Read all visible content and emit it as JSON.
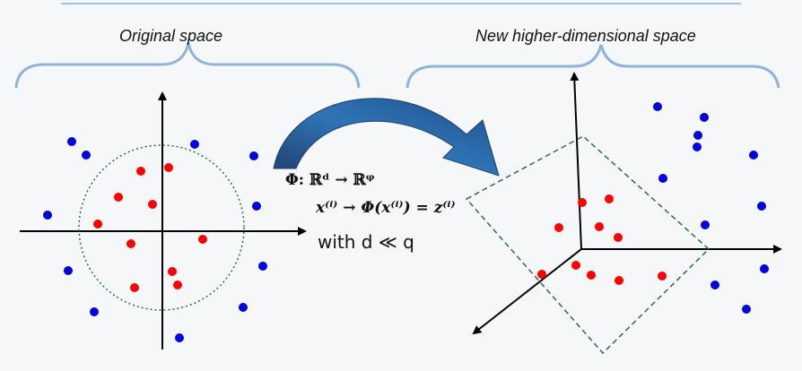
{
  "captions": {
    "left": "Original space",
    "right": "New higher-dimensional space"
  },
  "formulas": {
    "mapping": "Φ: ℝᵈ → ℝᵠ",
    "transform": "x⁽ⁱ⁾ → Φ(x⁽ⁱ⁾) = z⁽ⁱ⁾",
    "condition": "with d ≪ q"
  },
  "colors": {
    "background": "#f6f7f9",
    "top_rule": "#9dc3e6",
    "brace": "#8fb4d9",
    "arrow_light": "#2e75b6",
    "arrow_dark": "#1f3f6e",
    "dashed": "#2f6b4a",
    "red_point": "#ff0000",
    "blue_point": "#0000dd",
    "axis": "#000000"
  },
  "icons": {
    "transform_arrow": "curved-arrow-icon"
  }
}
